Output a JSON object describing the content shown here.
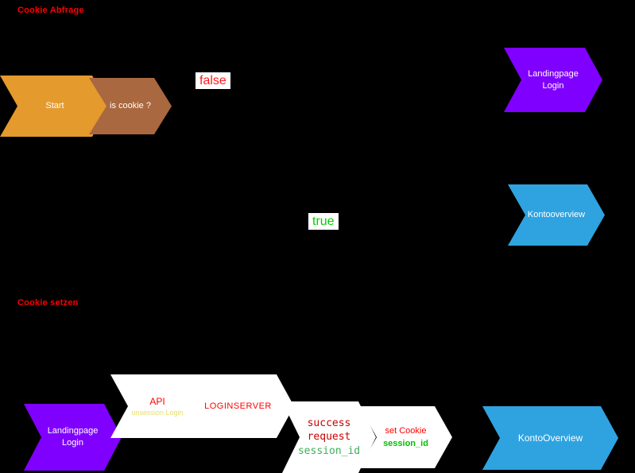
{
  "sections": {
    "cookie_query_title": "Cookie Abfrage",
    "cookie_set_title": "Cookie setzen"
  },
  "edge_labels": {
    "false_label": "false",
    "true_label": "true"
  },
  "flow_query": {
    "start": "Start",
    "is_cookie": "is cookie ?",
    "landingpage_login": "Landingpage Login",
    "kontooverview": "Kontooverview"
  },
  "flow_set": {
    "landingpage_login": "Landingpage Login",
    "api": "API",
    "api_sub": "unsession Login",
    "loginserver": "LOGINSERVER",
    "success_line1": "success",
    "success_line2": "request",
    "success_line3": "session_id",
    "set_cookie_line1": "set Cookie",
    "set_cookie_line2": "session_id",
    "kontooverview": "KontoOverview"
  },
  "colors": {
    "background": "#000000",
    "start_fill": "#e49a2c",
    "is_cookie_fill": "#a9683f",
    "purple_fill": "#8000ff",
    "blue_fill": "#2fa3e0",
    "white_fill": "#ffffff",
    "red_text": "#ff0000",
    "green_text": "#00d000",
    "yellow_text": "#e8e06a"
  }
}
